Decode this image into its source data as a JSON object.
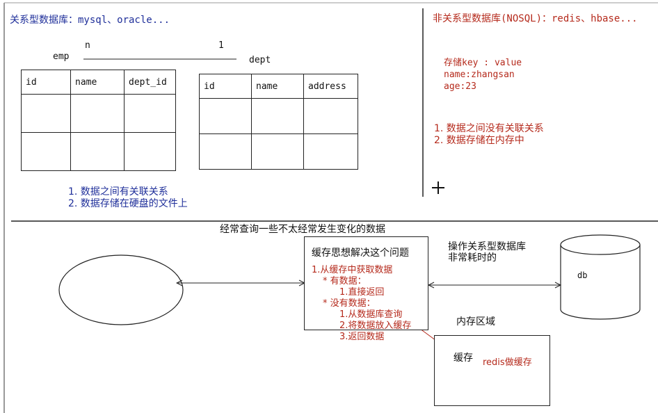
{
  "relational": {
    "title": "关系型数据库：mysql、oracle...",
    "emp_label": "emp",
    "dept_label": "dept",
    "rel_n": "n",
    "rel_1": "1",
    "emp_columns": [
      "id",
      "name",
      "dept_id"
    ],
    "dept_columns": [
      "id",
      "name",
      "address"
    ],
    "notes": [
      "1. 数据之间有关联关系",
      "2. 数据存储在硬盘的文件上"
    ]
  },
  "nosql": {
    "title": "非关系型数据库(NOSQL)：redis、hbase...",
    "kv_lines": [
      "存储key : value",
      "name:zhangsan",
      "age:23"
    ],
    "notes": [
      "1. 数据之间没有关联关系",
      "2. 数据存储在内存中"
    ]
  },
  "cache": {
    "heading": "经常查询一些不太经常发生变化的数据",
    "solution_title": "缓存思想解决这个问题",
    "steps": [
      "1.从缓存中获取数据",
      "* 有数据：",
      "1.直接返回",
      "* 没有数据：",
      "1.从数据库查询",
      "2.将数据放入缓存",
      "3.返回数据"
    ],
    "db_op_line1": "操作关系型数据库",
    "db_op_line2": "非常耗时的",
    "db_label": "db",
    "memory_area": "内存区域",
    "cache_label": "缓存",
    "redis_label": "redis做缓存"
  },
  "colors": {
    "blue": "#1f2f9a",
    "red": "#b52a1c",
    "line": "#222222"
  }
}
